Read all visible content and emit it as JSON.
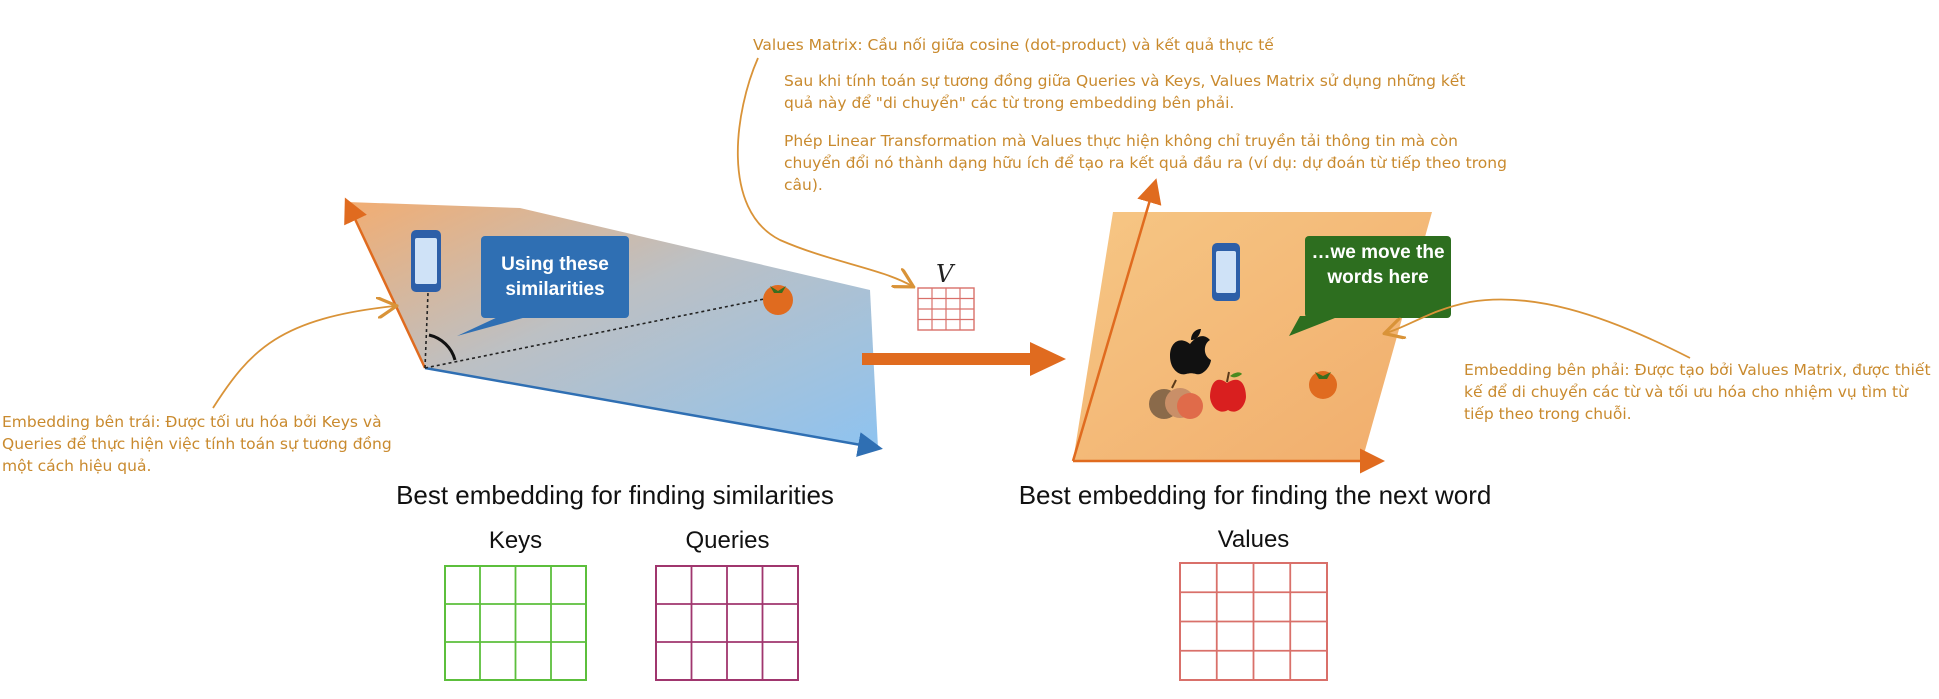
{
  "annotations": {
    "values_matrix_title": "Values Matrix: Cầu nối giữa cosine (dot-product) và kết quả thực tế",
    "values_matrix_p1": "Sau khi tính toán sự tương đồng giữa Queries và Keys, Values Matrix sử dụng những kết quả này để \"di chuyển\" các từ trong embedding bên phải.",
    "values_matrix_p2": "Phép Linear Transformation mà Values thực hiện không chỉ truyền tải thông tin mà còn chuyển đổi nó thành dạng hữu ích để tạo ra kết quả đầu ra (ví dụ: dự đoán từ tiếp theo trong câu).",
    "left_embedding": "Embedding bên trái: Được tối ưu hóa bởi Keys và Queries để thực hiện việc tính toán sự tương đồng một cách hiệu quả.",
    "right_embedding": "Embedding bên phải: Được tạo bởi Values Matrix, được thiết kế để di chuyển các từ và tối ưu hóa cho nhiệm vụ tìm từ tiếp theo trong chuỗi."
  },
  "left_panel": {
    "bubble": "Using these similarities",
    "caption": "Best embedding for finding similarities"
  },
  "right_panel": {
    "bubble": "…we move the words here",
    "caption": "Best embedding for finding the next word"
  },
  "matrices": {
    "v_symbol": "V",
    "keys_label": "Keys",
    "queries_label": "Queries",
    "values_label": "Values"
  },
  "colors": {
    "annotation": "#c98a2e",
    "arrow_orange": "#e06b1f",
    "keys": "#5cbf3c",
    "queries": "#a0366e",
    "values": "#d9706a",
    "blue_bubble": "#2f6fb3",
    "green_bubble": "#2d6e1f"
  },
  "icons": [
    "phone-icon",
    "tomato-icon",
    "apple-logo-icon",
    "red-apple-icon",
    "mixed-apples-icon"
  ]
}
